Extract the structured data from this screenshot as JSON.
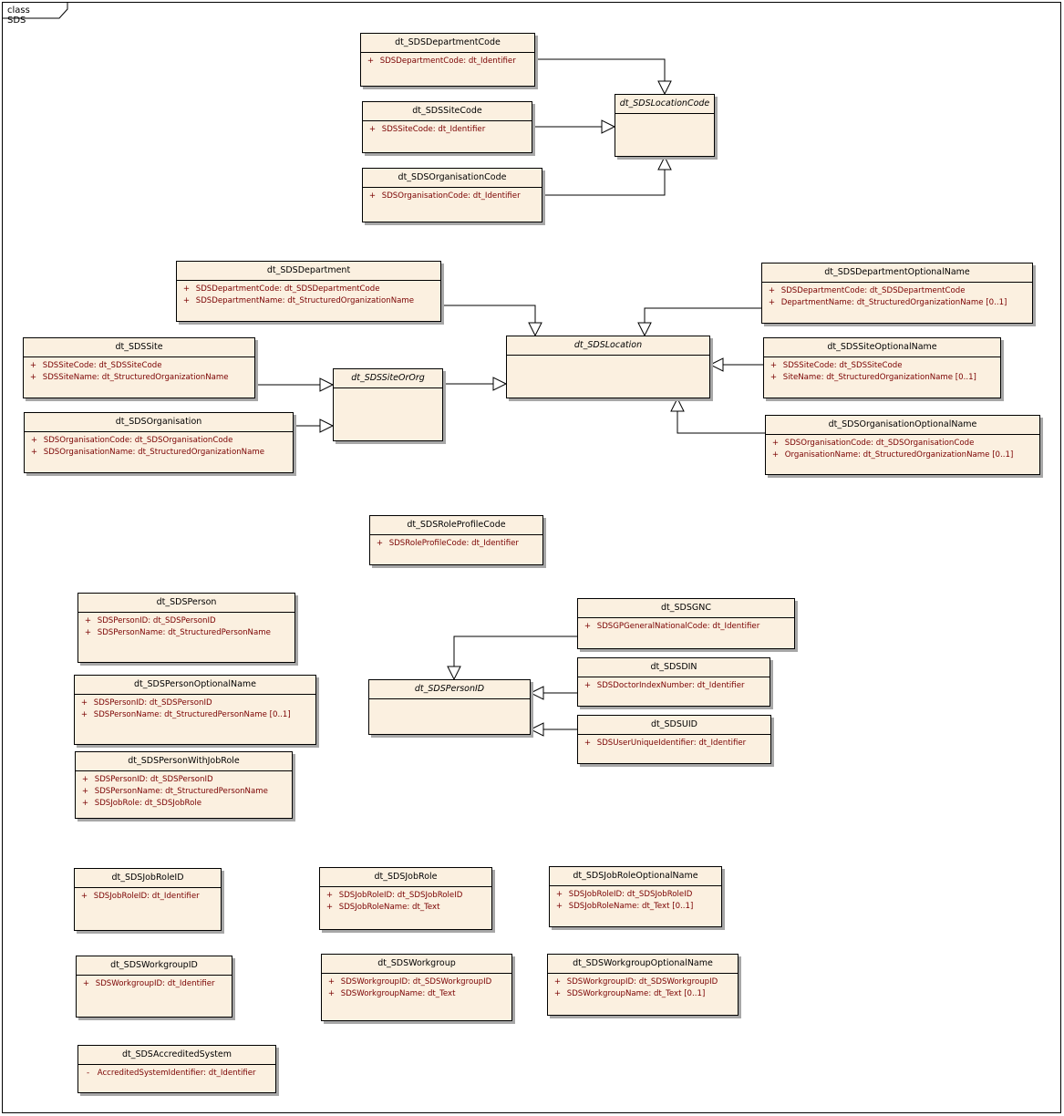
{
  "frame_label": "class SDS",
  "classes": [
    {
      "id": "dept_code",
      "name": "dt_SDSDepartmentCode",
      "abstract": false,
      "attributes": [
        {
          "vis": "+",
          "text": "SDSDepartmentCode:  dt_Identifier"
        }
      ]
    },
    {
      "id": "site_code",
      "name": "dt_SDSSiteCode",
      "abstract": false,
      "attributes": [
        {
          "vis": "+",
          "text": "SDSSiteCode:  dt_Identifier"
        }
      ]
    },
    {
      "id": "org_code",
      "name": "dt_SDSOrganisationCode",
      "abstract": false,
      "attributes": [
        {
          "vis": "+",
          "text": "SDSOrganisationCode:  dt_Identifier"
        }
      ]
    },
    {
      "id": "loc_code",
      "name": "dt_SDSLocationCode",
      "abstract": true,
      "attributes": []
    },
    {
      "id": "dept",
      "name": "dt_SDSDepartment",
      "abstract": false,
      "attributes": [
        {
          "vis": "+",
          "text": "SDSDepartmentCode:  dt_SDSDepartmentCode"
        },
        {
          "vis": "+",
          "text": "SDSDepartmentName:  dt_StructuredOrganizationName"
        }
      ]
    },
    {
      "id": "dept_opt",
      "name": "dt_SDSDepartmentOptionalName",
      "abstract": false,
      "attributes": [
        {
          "vis": "+",
          "text": "SDSDepartmentCode:  dt_SDSDepartmentCode"
        },
        {
          "vis": "+",
          "text": "DepartmentName:  dt_StructuredOrganizationName [0..1]"
        }
      ]
    },
    {
      "id": "site",
      "name": "dt_SDSSite",
      "abstract": false,
      "attributes": [
        {
          "vis": "+",
          "text": "SDSSiteCode:  dt_SDSSiteCode"
        },
        {
          "vis": "+",
          "text": "SDSSiteName:  dt_StructuredOrganizationName"
        }
      ]
    },
    {
      "id": "site_or_org",
      "name": "dt_SDSSiteOrOrg",
      "abstract": true,
      "attributes": []
    },
    {
      "id": "location",
      "name": "dt_SDSLocation",
      "abstract": true,
      "attributes": []
    },
    {
      "id": "site_opt",
      "name": "dt_SDSSiteOptionalName",
      "abstract": false,
      "attributes": [
        {
          "vis": "+",
          "text": "SDSSiteCode:  dt_SDSSiteCode"
        },
        {
          "vis": "+",
          "text": "SiteName:  dt_StructuredOrganizationName [0..1]"
        }
      ]
    },
    {
      "id": "org",
      "name": "dt_SDSOrganisation",
      "abstract": false,
      "attributes": [
        {
          "vis": "+",
          "text": "SDSOrganisationCode:  dt_SDSOrganisationCode"
        },
        {
          "vis": "+",
          "text": "SDSOrganisationName:  dt_StructuredOrganizationName"
        }
      ]
    },
    {
      "id": "org_opt",
      "name": "dt_SDSOrganisationOptionalName",
      "abstract": false,
      "attributes": [
        {
          "vis": "+",
          "text": "SDSOrganisationCode:  dt_SDSOrganisationCode"
        },
        {
          "vis": "+",
          "text": "OrganisationName:  dt_StructuredOrganizationName [0..1]"
        }
      ]
    },
    {
      "id": "role_profile",
      "name": "dt_SDSRoleProfileCode",
      "abstract": false,
      "attributes": [
        {
          "vis": "+",
          "text": "SDSRoleProfileCode:  dt_Identifier"
        }
      ]
    },
    {
      "id": "person",
      "name": "dt_SDSPerson",
      "abstract": false,
      "attributes": [
        {
          "vis": "+",
          "text": "SDSPersonID:  dt_SDSPersonID"
        },
        {
          "vis": "+",
          "text": "SDSPersonName:  dt_StructuredPersonName"
        }
      ]
    },
    {
      "id": "gnc",
      "name": "dt_SDSGNC",
      "abstract": false,
      "attributes": [
        {
          "vis": "+",
          "text": "SDSGPGeneralNationalCode:  dt_Identifier"
        }
      ]
    },
    {
      "id": "person_opt",
      "name": "dt_SDSPersonOptionalName",
      "abstract": false,
      "attributes": [
        {
          "vis": "+",
          "text": "SDSPersonID:  dt_SDSPersonID"
        },
        {
          "vis": "+",
          "text": "SDSPersonName:  dt_StructuredPersonName [0..1]"
        }
      ]
    },
    {
      "id": "din",
      "name": "dt_SDSDIN",
      "abstract": false,
      "attributes": [
        {
          "vis": "+",
          "text": "SDSDoctorIndexNumber:  dt_Identifier"
        }
      ]
    },
    {
      "id": "person_id",
      "name": "dt_SDSPersonID",
      "abstract": true,
      "attributes": []
    },
    {
      "id": "uid",
      "name": "dt_SDSUID",
      "abstract": false,
      "attributes": [
        {
          "vis": "+",
          "text": "SDSUserUniqueIdentifier:  dt_Identifier"
        }
      ]
    },
    {
      "id": "person_jobrole",
      "name": "dt_SDSPersonWithJobRole",
      "abstract": false,
      "attributes": [
        {
          "vis": "+",
          "text": "SDSPersonID:  dt_SDSPersonID"
        },
        {
          "vis": "+",
          "text": "SDSPersonName:  dt_StructuredPersonName"
        },
        {
          "vis": "+",
          "text": "SDSJobRole:  dt_SDSJobRole"
        }
      ]
    },
    {
      "id": "jobrole_id",
      "name": "dt_SDSJobRoleID",
      "abstract": false,
      "attributes": [
        {
          "vis": "+",
          "text": "SDSJobRoleID:  dt_Identifier"
        }
      ]
    },
    {
      "id": "jobrole",
      "name": "dt_SDSJobRole",
      "abstract": false,
      "attributes": [
        {
          "vis": "+",
          "text": "SDSJobRoleID:  dt_SDSJobRoleID"
        },
        {
          "vis": "+",
          "text": "SDSJobRoleName:  dt_Text"
        }
      ]
    },
    {
      "id": "jobrole_opt",
      "name": "dt_SDSJobRoleOptionalName",
      "abstract": false,
      "attributes": [
        {
          "vis": "+",
          "text": "SDSJobRoleID:  dt_SDSJobRoleID"
        },
        {
          "vis": "+",
          "text": "SDSJobRoleName:  dt_Text [0..1]"
        }
      ]
    },
    {
      "id": "workgroup_id",
      "name": "dt_SDSWorkgroupID",
      "abstract": false,
      "attributes": [
        {
          "vis": "+",
          "text": "SDSWorkgroupID:  dt_Identifier"
        }
      ]
    },
    {
      "id": "workgroup",
      "name": "dt_SDSWorkgroup",
      "abstract": false,
      "attributes": [
        {
          "vis": "+",
          "text": "SDSWorkgroupID:  dt_SDSWorkgroupID"
        },
        {
          "vis": "+",
          "text": "SDSWorkgroupName:  dt_Text"
        }
      ]
    },
    {
      "id": "workgroup_opt",
      "name": "dt_SDSWorkgroupOptionalName",
      "abstract": false,
      "attributes": [
        {
          "vis": "+",
          "text": "SDSWorkgroupID:  dt_SDSWorkgroupID"
        },
        {
          "vis": "+",
          "text": "SDSWorkgroupName:  dt_Text [0..1]"
        }
      ]
    },
    {
      "id": "accredited",
      "name": "dt_SDSAccreditedSystem",
      "abstract": false,
      "attributes": [
        {
          "vis": "-",
          "text": "AccreditedSystemIdentifier:  dt_Identifier"
        }
      ]
    }
  ],
  "generalizations": [
    {
      "from": "dept_code",
      "to": "loc_code"
    },
    {
      "from": "site_code",
      "to": "loc_code"
    },
    {
      "from": "org_code",
      "to": "loc_code"
    },
    {
      "from": "dept",
      "to": "location"
    },
    {
      "from": "dept_opt",
      "to": "location"
    },
    {
      "from": "site",
      "to": "site_or_org"
    },
    {
      "from": "org",
      "to": "site_or_org"
    },
    {
      "from": "site_or_org",
      "to": "location"
    },
    {
      "from": "site_opt",
      "to": "location"
    },
    {
      "from": "org_opt",
      "to": "location"
    },
    {
      "from": "gnc",
      "to": "person_id"
    },
    {
      "from": "din",
      "to": "person_id"
    },
    {
      "from": "uid",
      "to": "person_id"
    }
  ]
}
